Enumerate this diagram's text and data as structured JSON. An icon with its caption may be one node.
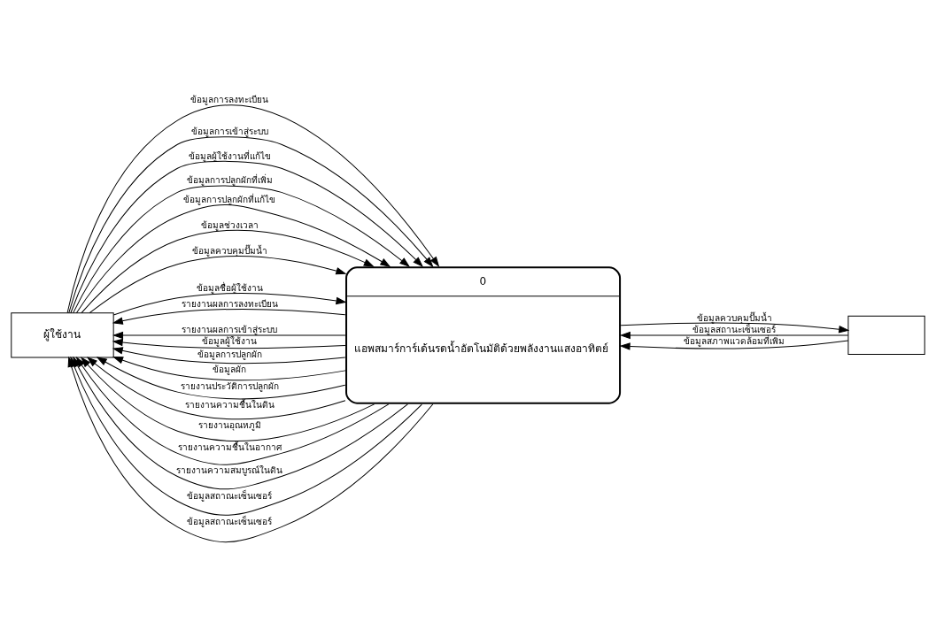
{
  "diagram": {
    "nodes": [
      {
        "text": [
          "ผู้ใช้งาน"
        ]
      },
      {
        "text": [
          "0",
          "แอพสมาร์การ์เด้นรดน้ำอัตโนมัติด้วยพลังงานแสงอาทิตย์"
        ]
      },
      {
        "text": [],
        "shape": "box"
      }
    ],
    "edges": [
      {
        "from": 1,
        "to": 0,
        "arrow": "to",
        "label": "รายงานผลการลงทะเบียน"
      },
      {
        "from": 1,
        "to": 0,
        "arrow": "to",
        "label": "รายงานผลการเข้าสู่ระบบ"
      },
      {
        "from": 1,
        "to": 0,
        "arrow": "to",
        "label": "ข้อมูลผู้ใช้งาน"
      },
      {
        "from": 1,
        "to": 0,
        "arrow": "to",
        "label": "ข้อมูลการปลูกผัก"
      },
      {
        "from": 1,
        "to": 0,
        "arrow": "to",
        "label": "ข้อมูลผัก"
      },
      {
        "from": 1,
        "to": 0,
        "arrow": "to",
        "label": "รายงานประวัติการปลูกผัก"
      },
      {
        "from": 1,
        "to": 0,
        "arrow": "to",
        "label": "รายงานความชื้นในดิน"
      },
      {
        "from": 1,
        "to": 0,
        "arrow": "to",
        "label": "รายงานอุณหภูมิ"
      },
      {
        "from": 1,
        "to": 0,
        "arrow": "to",
        "label": "รายงานความชื้นในอากาศ"
      },
      {
        "from": 1,
        "to": 0,
        "arrow": "to",
        "label": "รายงานความสมบูรณ์ในดิน"
      },
      {
        "from": 1,
        "to": 0,
        "arrow": "to",
        "label": "ข้อมูลสถาณะเซ็นเซอร์"
      },
      {
        "from": 1,
        "to": 0,
        "arrow": "to",
        "label": "ข้อมูลสถาณะเซ็นเซอร์"
      },
      {
        "from": 0,
        "to": 1,
        "arrow": "to",
        "label": "ข้อมูลการลงทะเบียน"
      },
      {
        "from": 0,
        "to": 1,
        "arrow": "to",
        "label": "ข้อมูลการเข้าสู่ระบบ"
      },
      {
        "from": 0,
        "to": 1,
        "arrow": "to",
        "label": "ข้อมูลผู้ใช้งานที่แก้ไข"
      },
      {
        "from": 0,
        "to": 1,
        "arrow": "to",
        "label": "ข้อมูลการปลูกผักที่เพิ่ม"
      },
      {
        "from": 0,
        "to": 1,
        "arrow": "to",
        "label": "ข้อมูลการปลูกผักที่แก้ไข"
      },
      {
        "from": 0,
        "to": 1,
        "arrow": "to",
        "label": "ข้อมูลช่วงเวลา"
      },
      {
        "from": 0,
        "to": 1,
        "arrow": "to",
        "label": "ข้อมูลควบคุมปั๊มน้ำ"
      },
      {
        "from": 0,
        "to": 1,
        "arrow": "to",
        "label": "ข้อมูลชื่อผู้ใช้งาน"
      },
      {
        "from": 2,
        "to": 1,
        "arrow": "to",
        "label": "ข้อมูลสถานะเซ็นเซอร์"
      },
      {
        "from": 2,
        "to": 1,
        "arrow": "to",
        "label": "ข้อมูลสภาพแวดล้อมที่เพิ่ม"
      },
      {
        "from": 1,
        "to": 2,
        "arrow": "to",
        "label": "ข้อมูลควบคุมปั๊มน้ำ"
      }
    ]
  }
}
